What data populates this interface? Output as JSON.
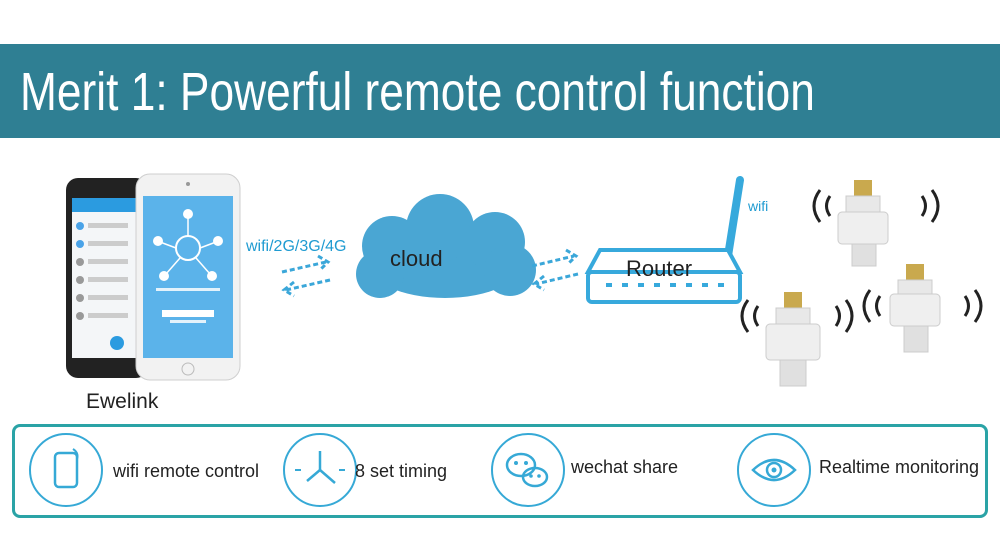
{
  "header": {
    "title": "Merit 1: Powerful remote control function"
  },
  "diagram": {
    "app_label": "Ewelink",
    "network_label": "wifi/2G/3G/4G",
    "cloud_label": "cloud",
    "router_label": "Router",
    "wifi_label": "wifi"
  },
  "features": [
    {
      "label": "wifi remote control",
      "icon": "phone-icon"
    },
    {
      "label": "8 set timing",
      "icon": "clock-icon"
    },
    {
      "label": "wechat share",
      "icon": "wechat-icon"
    },
    {
      "label": "Realtime monitoring",
      "icon": "eye-icon"
    }
  ],
  "colors": {
    "banner": "#2f7f93",
    "accent": "#36a9d6",
    "border": "#2aa3a6"
  }
}
